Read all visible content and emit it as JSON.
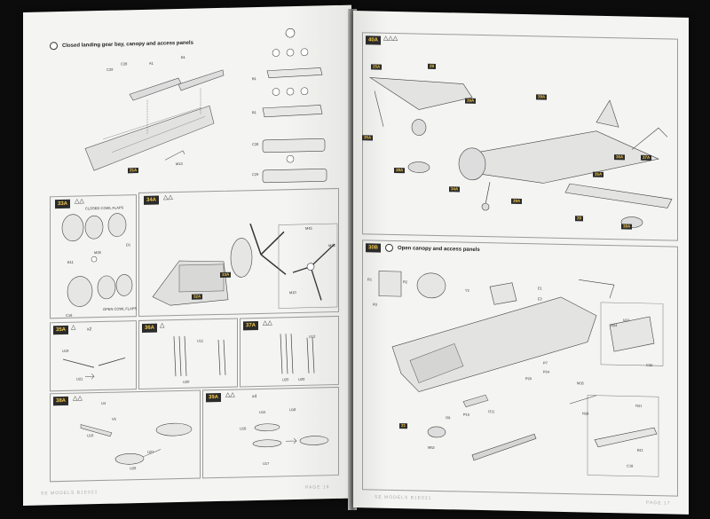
{
  "left": {
    "sec1": {
      "title": "Closed landing gear bay, canopy and access panels",
      "labels": [
        "C29",
        "C28",
        "A1",
        "B1",
        "A1",
        "B1",
        "B1",
        "C28",
        "C29",
        "M13",
        "21A",
        "B1",
        "B1"
      ]
    },
    "s33": {
      "step": "33A",
      "labels": [
        "CLOSED COWL FLAPS",
        "OPEN COWL FLAPS",
        "M26",
        "D1",
        "D1",
        "D1",
        "M24",
        "C16",
        "E11"
      ]
    },
    "s34": {
      "step": "34A",
      "labels": [
        "M45",
        "M26",
        "M10",
        "33A",
        "32A"
      ]
    },
    "s35": {
      "step": "35A",
      "count": "x2",
      "labels": [
        "U19",
        "U21",
        "U22"
      ]
    },
    "s36": {
      "step": "36A",
      "labels": [
        "U11",
        "U20"
      ]
    },
    "s37": {
      "step": "37A",
      "labels": [
        "U12",
        "U20",
        "U20"
      ]
    },
    "s38": {
      "step": "38A",
      "labels": [
        "U4",
        "V5",
        "V5",
        "U19",
        "U27",
        "U26"
      ]
    },
    "s39": {
      "step": "39A",
      "count": "x4",
      "labels": [
        "U15",
        "U18",
        "U16",
        "U17"
      ]
    },
    "footer": "SE MODELS  B1E021",
    "page_no": "PAGE 16"
  },
  "right": {
    "s40": {
      "step": "40A",
      "labels": [
        "25A",
        "28",
        "39A",
        "38A",
        "35A",
        "39A",
        "36A",
        "37A",
        "34A",
        "39A",
        "35A",
        "39A",
        "29",
        "38A",
        "28A",
        "31A"
      ]
    },
    "s30": {
      "step": "30B",
      "title": "Open canopy and access panels",
      "labels": [
        "R1",
        "R2",
        "R3",
        "Y2",
        "E1",
        "E2",
        "E3",
        "N34",
        "N37",
        "C30",
        "P7",
        "P24",
        "P22",
        "P20",
        "P3",
        "P10",
        "P16",
        "O11",
        "O9",
        "M35",
        "M35",
        "N38",
        "N31",
        "B11",
        "C18",
        "M52",
        "21"
      ]
    },
    "footer": "SE MODELS  B1E021",
    "page_no": "PAGE 17"
  }
}
